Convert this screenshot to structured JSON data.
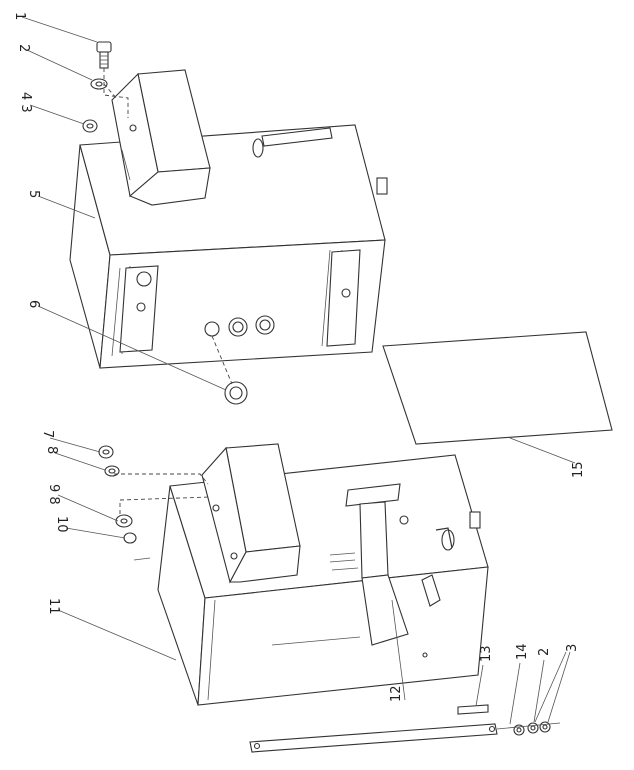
{
  "callouts": [
    "1",
    "2",
    "4 3",
    "5",
    "6",
    "7",
    "8",
    "9 8",
    "10",
    "11",
    "12",
    "13",
    "14",
    "2",
    "3",
    "15"
  ]
}
